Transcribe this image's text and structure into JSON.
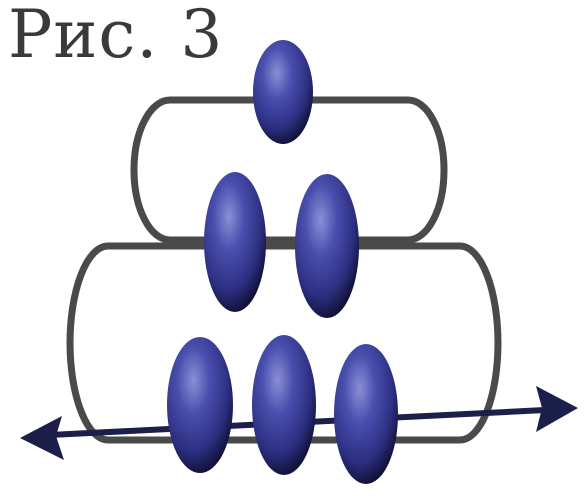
{
  "figure": {
    "label": "Рис. 3"
  },
  "diagram": {
    "tube_count": 2,
    "ball_rows": [
      1,
      2,
      3
    ],
    "arrow": "double-headed-horizontal",
    "colors": {
      "ball": "#2c2f80",
      "ball_highlight": "#8a8fd6",
      "ball_shadow": "#0f1035",
      "stroke": "#4a4a4a",
      "arrow": "#1b1f4a"
    }
  }
}
